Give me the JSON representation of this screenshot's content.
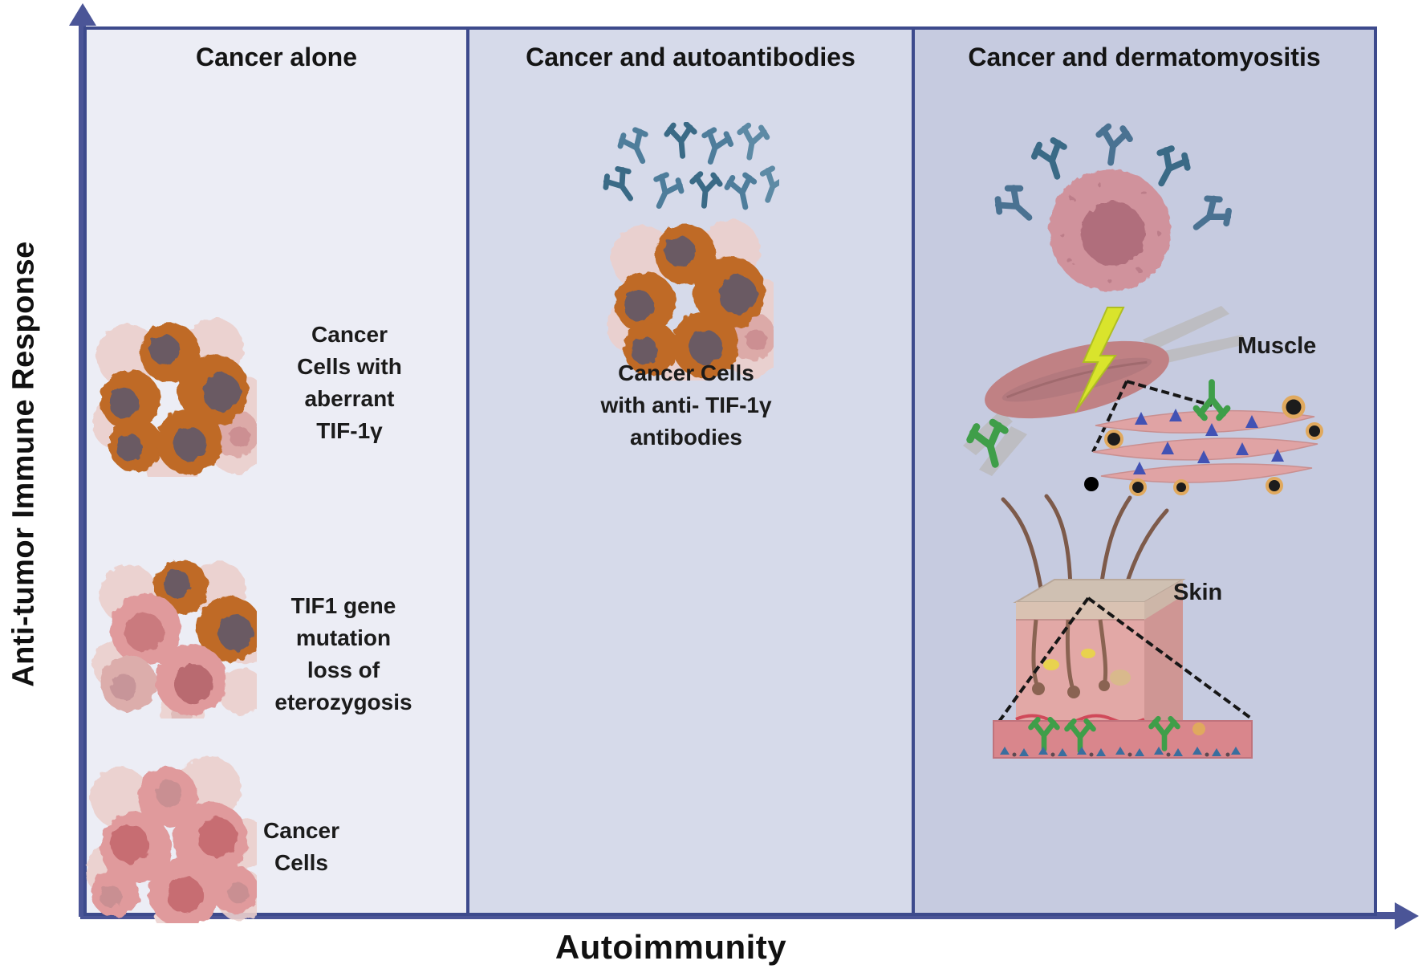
{
  "axes": {
    "y_label": "Anti-tumor Immune Response",
    "x_label": "Autoimmunity"
  },
  "panels": {
    "cancer_alone": {
      "title": "Cancer alone",
      "aberrant_label": [
        "Cancer",
        "Cells with",
        "aberrant",
        "TIF-1γ"
      ],
      "mutation_label": [
        "TIF1 gene",
        "mutation",
        "loss of",
        "eterozygosis"
      ],
      "cancer_cells_label": [
        "Cancer",
        "Cells"
      ]
    },
    "cancer_autoantibodies": {
      "title": "Cancer and autoantibodies",
      "caption": [
        "Cancer Cells",
        "with anti- TIF-1γ",
        "antibodies"
      ]
    },
    "cancer_dermatomyositis": {
      "title": "Cancer and dermatomyositis",
      "muscle_label": "Muscle",
      "skin_label": "Skin"
    }
  },
  "icons": {
    "aberrant_cluster": "cancer-cell-cluster-aberrant-tif1g",
    "mutation_cluster": "cancer-cell-cluster-tif1-mutated",
    "normal_cluster": "cancer-cell-cluster",
    "antibody": "anti-tif1g-antibody",
    "muscle": "inflamed-muscle",
    "skin": "skin-section"
  },
  "palette": {
    "axis": "#4b5597",
    "panel_border": "#3d4a8c",
    "panel1_bg": "#ecedf5",
    "panel2_bg": "#d6daea",
    "panel3_bg": "#c6cbe0",
    "cell_orange": "#bf6b26",
    "nucleus_dark": "#6a5a64",
    "cell_pink": "#e09a9c",
    "cell_pink_nucleus": "#c76d72",
    "halo_pink": "#ecd0cd",
    "antibody_teal": "#4e7d9b",
    "antibody_blue": "#4a7292",
    "antibody_green": "#3f9e49",
    "lightning": "#d9e42c",
    "muscle_body": "#c08184",
    "tendon_gray": "#bdbdc2",
    "fiber_pink": "#e0a3a4",
    "triangle_blue": "#4252b4",
    "ring_orange": "#e0a95e",
    "strip_pink": "#d9868c",
    "strip_triangle": "#3a6e9e"
  }
}
